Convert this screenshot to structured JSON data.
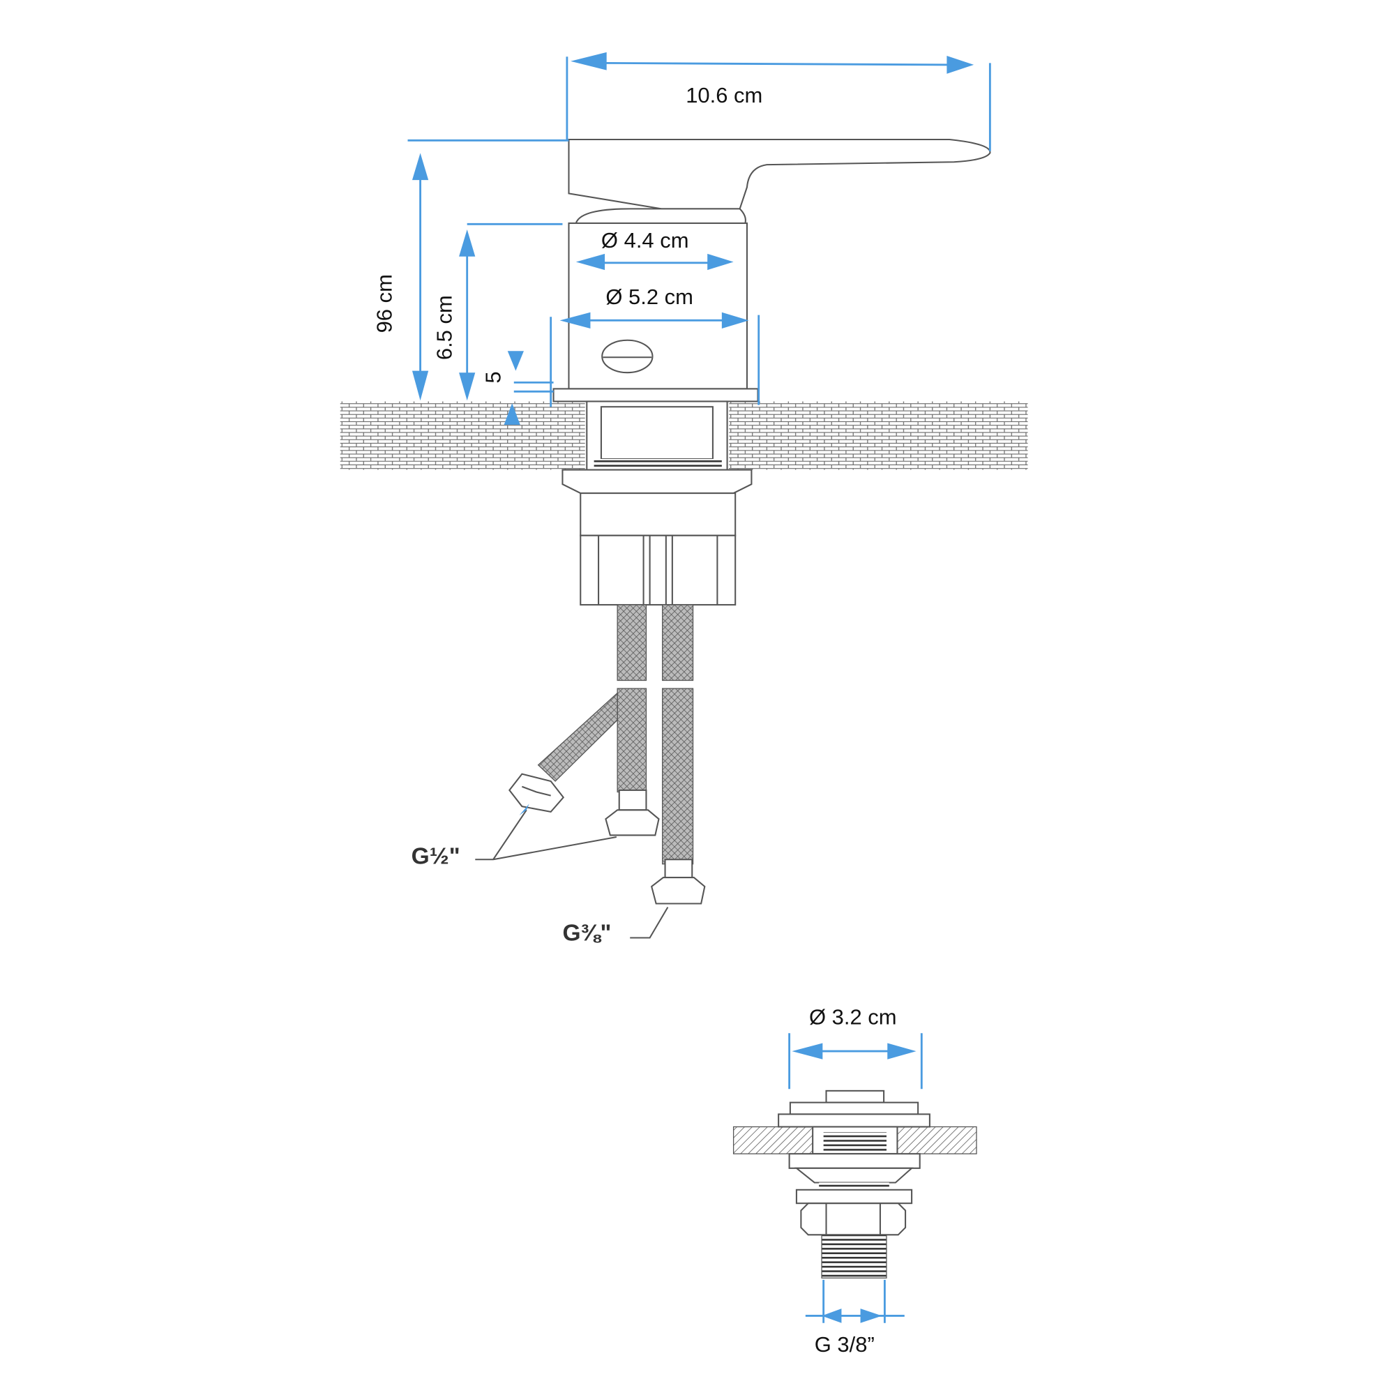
{
  "diagram": {
    "accent_color": "#4a9be0",
    "line_color": "#555555",
    "main_view": {
      "width_label": "10.6  cm",
      "height_label": "96  cm",
      "body_height_label": "6.5 cm",
      "plate_label": "5",
      "upper_diameter_label": "Ø 4.4  cm",
      "lower_diameter_label": "Ø 5.2  cm",
      "hose_half_inch_label": "G½\"",
      "hose_three_eighths_label": "G⅜\""
    },
    "detail_view": {
      "diameter_label": "Ø 3.2  cm",
      "thread_label": "G 3/8”"
    }
  }
}
